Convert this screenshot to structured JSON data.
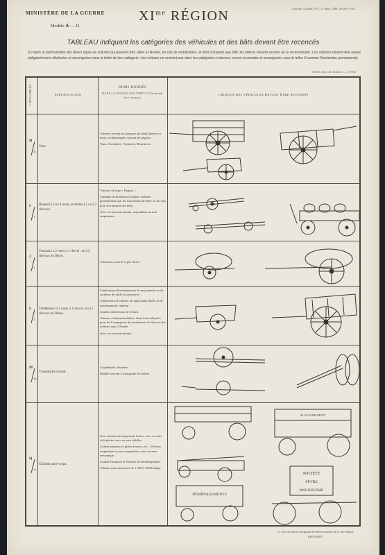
{
  "header": {
    "ministry": "MINISTÈRE DE LA GUERRE",
    "model_label": "Modèle",
    "model_letter": "A",
    "model_number": "— 11",
    "region_numeral": "XI",
    "region_sup": "me",
    "region_word": "RÉGION",
    "law_refs": "Lois des 3 juillet 1877, 17 mars 1909, 29 avril 1921."
  },
  "title": "TABLEAU indiquant les catégories des véhicules et des bâts devant être recencés",
  "intro": "(Croquis et particularités des divers types de voitures qui peuvent être utiles à l'Armée, en cas de mobilisation, et dont il importe que MM. les Maires fassent assurer ou le recensement. Ces voitures doivent être toutes obligatoirement déclarées et renseignées sous la lettre de leur catégorie. Les voitures ne rentrant pas dans les catégories ci-dessus, seront recencées et renseignées sous la lettre O comme l'instruction permanente).",
  "print_note": "Rennes, Imp. adm. Brandone — 10-1926",
  "table": {
    "headers": {
      "categories": "CATÉGORIES",
      "specification": "SPÉCIFICATION",
      "noms_title": "NOMS DONNÉS",
      "noms_sub": "DANS LA RÉGION AUX VÉHICULES devant être recensés",
      "croquis": "CROQUIS DES VÉHICULES DEVANT ÊTRE RECENSÉS"
    },
    "rows": [
      {
        "cat": "H",
        "sub": "h",
        "spec": "Vans.",
        "noms": [
          "Voitures servant au transport du bétail blessé ou mort, et démenagées suivant les régions :",
          "Vans, Chevaliers, Vacheries, Bouchères."
        ]
      },
      {
        "cat": "I",
        "sub": "i",
        "spec": "Haquets à 2 ou 4 roues, et attelés à 1 ou à 2 chevaux.",
        "noms": [
          "Voitures du type « Haquet ».",
          "Camions de brasseurs (voitures utilisées généralement par les marchands de bière ou de vins pour le transport des fûts).",
          "Avec ou sans mécanique, suspendues ou non suspendues."
        ]
      },
      {
        "cat": "J",
        "sub": "j",
        "spec": "Tonneaux à 2 roues à 1 cheval ; ou à 2 chevaux en flèche.",
        "noms": [
          "Tonneaux à eau de types divers."
        ]
      },
      {
        "cat": "L",
        "sub": "l",
        "spec": "Tombereaux à 2 roues à 1 cheval ; ou à 2 chevaux en flèche.",
        "noms": [
          "Tombereaux d'entrepreneurs de maçonnerie ou de carrières de sable ou de pierres.",
          "Tombereaux d'ordures, de négociants divers et de marchands de charbon.",
          "Grands tombereaux de fermes.",
          "Voitures coltinement bâties, dont sont indiquées pour les Compagnies de tombereaux du Service des voitures dans l'Armée.",
          "Avec ou sans mécanique."
        ]
      },
      {
        "cat": "M",
        "sub": "m",
        "spec": "Triqueballes à treuil.",
        "noms": [
          "Triqueballes. Fardiers.",
          "Diables servant à transporter les arbres."
        ]
      },
      {
        "cat": "Q",
        "sub": "q",
        "spec": "Chariots porte-corps.",
        "noms": [
          "Gros chariots de négociants divers, avec ou sans côté pleins, avec ou sans ridelles.",
          "Grands plateaux et plates-formes, etc... Voitures suspendues ou non suspendues, avec ou sans mécanique.",
          "Grands Fourgons et Voitures de déménagement.",
          "Voitures pouvant porter de 1.500 à 3.000 kilogs."
        ]
      }
    ],
    "sketch_labels": {
      "van": "AU GAGNE-PETIT",
      "societe": "SOCIÉTÉ",
      "fevre": "FÈVRE",
      "angouleme": "ANGOULÊME",
      "demenagements": "DÉMÉNAGEMENTS"
    }
  },
  "signature": {
    "line1": "Le Chef du Service Régional des Recensements de la XIe Région,",
    "line2": "BROUSSET."
  }
}
